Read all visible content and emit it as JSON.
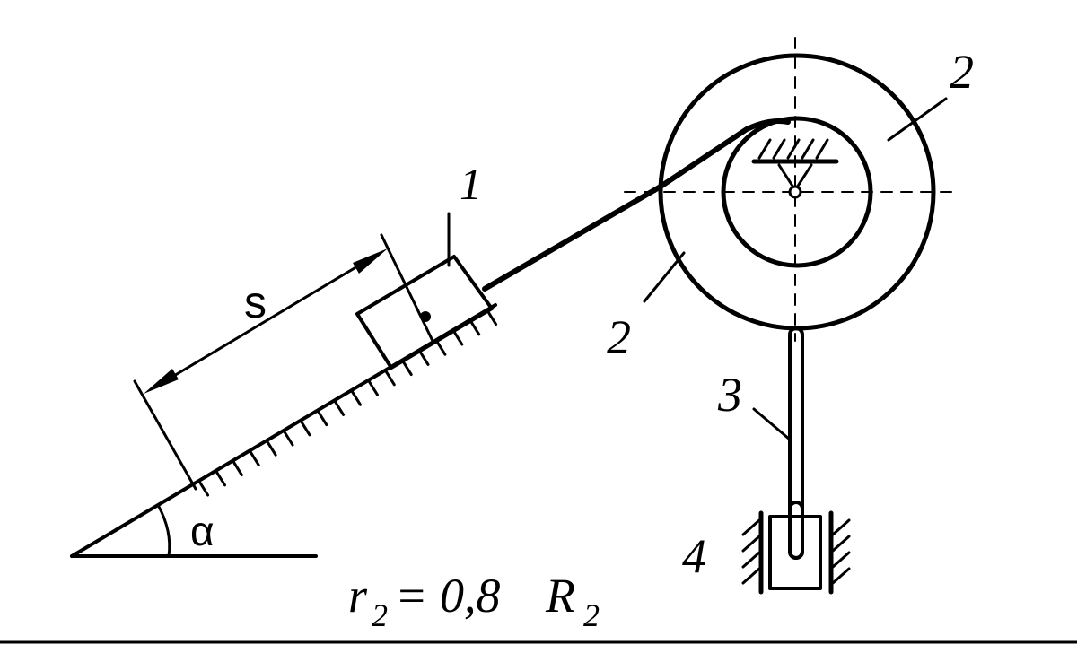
{
  "labels": {
    "body1": "1",
    "wheel_outer": "2",
    "wheel_inner": "2",
    "rod": "3",
    "slider": "4",
    "displacement": "s",
    "angle": "α"
  },
  "formula": {
    "r": "r",
    "r_sub": "2",
    "eq": "= 0,8",
    "R": "R",
    "R_sub": "2"
  }
}
